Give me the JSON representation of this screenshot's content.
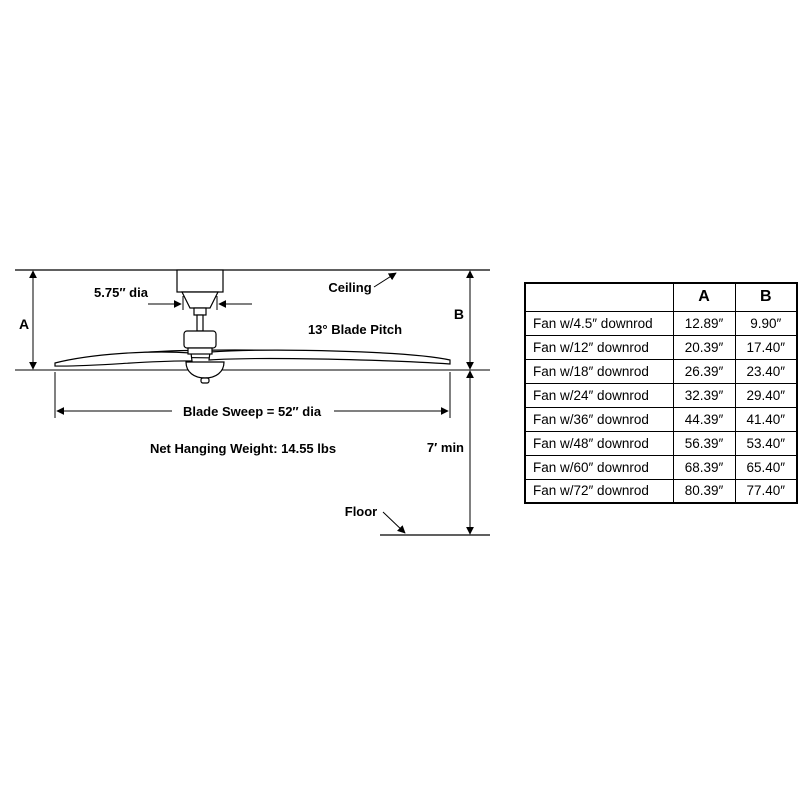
{
  "diagram": {
    "ceiling_label": "Ceiling",
    "floor_label": "Floor",
    "canopy_dia_label": "5.75″ dia",
    "blade_pitch_label": "13° Blade Pitch",
    "blade_sweep_label": "Blade Sweep = 52″ dia",
    "net_weight_label": "Net Hanging Weight: 14.55 lbs",
    "dim_a_label": "A",
    "dim_b_label": "B",
    "min_clearance_label": "7′ min"
  },
  "table": {
    "headers": {
      "config": "",
      "a": "A",
      "b": "B"
    },
    "rows": [
      {
        "label": "Fan w/4.5″ downrod",
        "a": "12.89″",
        "b": "9.90″"
      },
      {
        "label": "Fan w/12″ downrod",
        "a": "20.39″",
        "b": "17.40″"
      },
      {
        "label": "Fan w/18″ downrod",
        "a": "26.39″",
        "b": "23.40″"
      },
      {
        "label": "Fan w/24″ downrod",
        "a": "32.39″",
        "b": "29.40″"
      },
      {
        "label": "Fan w/36″ downrod",
        "a": "44.39″",
        "b": "41.40″"
      },
      {
        "label": "Fan w/48″ downrod",
        "a": "56.39″",
        "b": "53.40″"
      },
      {
        "label": "Fan w/60″ downrod",
        "a": "68.39″",
        "b": "65.40″"
      },
      {
        "label": "Fan w/72″ downrod",
        "a": "80.39″",
        "b": "77.40″"
      }
    ]
  }
}
